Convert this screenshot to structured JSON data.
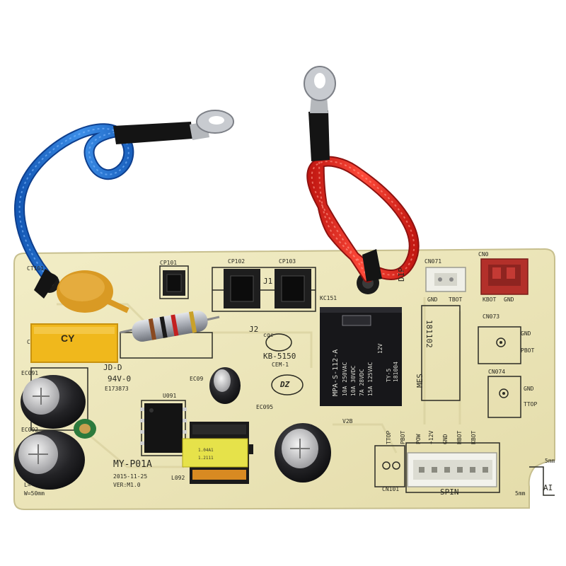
{
  "board": {
    "model": "MY-P01A",
    "date": "2015-11-25",
    "version": "VER:M1.0",
    "material": "94V-0",
    "ul_code": "E173873",
    "maker_mark": "JD-D",
    "size_left": "L=",
    "size_width": "W=50mm",
    "dip_mark": "DIP",
    "kc_mark": "KC151",
    "serial_vertical": "181102",
    "mes_mark": "MES",
    "side_5mm_a": "5mm",
    "side_5mm_b": "5mm",
    "side_ai": "AI",
    "side_code": "V2B",
    "logo_cqc": "cqc",
    "logo_dz": "DZ",
    "kb_label": "KB-5150",
    "cem_label": "CEM-1"
  },
  "refs": {
    "cp101": "CP101",
    "cp102": "CP102",
    "cp103": "CP103",
    "j1": "J1",
    "j2": "J2",
    "cn071": "CN071",
    "cn072": "CN0",
    "cn073": "CN073",
    "cn074": "CN074",
    "cn101": "CN101",
    "u091": "U091",
    "l092": "L092",
    "ec091": "EC091",
    "ec092": "EC092",
    "ec093": "EC09",
    "ec095": "EC095",
    "ct101": "CT101",
    "c_left": "C"
  },
  "pins": {
    "cn071_gnd": "GND",
    "cn071_tbot": "TBOT",
    "cn072_kbot": "KBOT",
    "cn072_gnd": "GND",
    "cn073_gnd": "GND",
    "cn073_pbot": "PBOT",
    "cn074_gnd": "GND",
    "cn074_ttop": "TTOP",
    "cn101_ttop": "TTOP",
    "cn101_pbot": "PBOT",
    "cn101_pow": "POW",
    "cn101_12v": "+12V",
    "cn101_gnd": "GND",
    "cn101_hbot": "HBOT",
    "cn101_kbot": "KBOT",
    "spin": "SPIN"
  },
  "relay": {
    "model": "MPA-S-112-A",
    "rating1": "10A 250VAC",
    "rating2": "10A 30VDC",
    "rating3": "7A 28VDC",
    "rating4": "15A 125VAC",
    "coil": "12V",
    "type": "TY-5",
    "code": "181004"
  },
  "components": {
    "cap_yellow_label": "CY",
    "transformer_line1": "1.04A1",
    "transformer_line2": "1.2111"
  },
  "colors": {
    "pcb": "#ece6b8",
    "wire_blue": "#1b6fd6",
    "wire_red": "#e0241c",
    "relay": "#17171a",
    "cap_yellow": "#f0b81c"
  }
}
